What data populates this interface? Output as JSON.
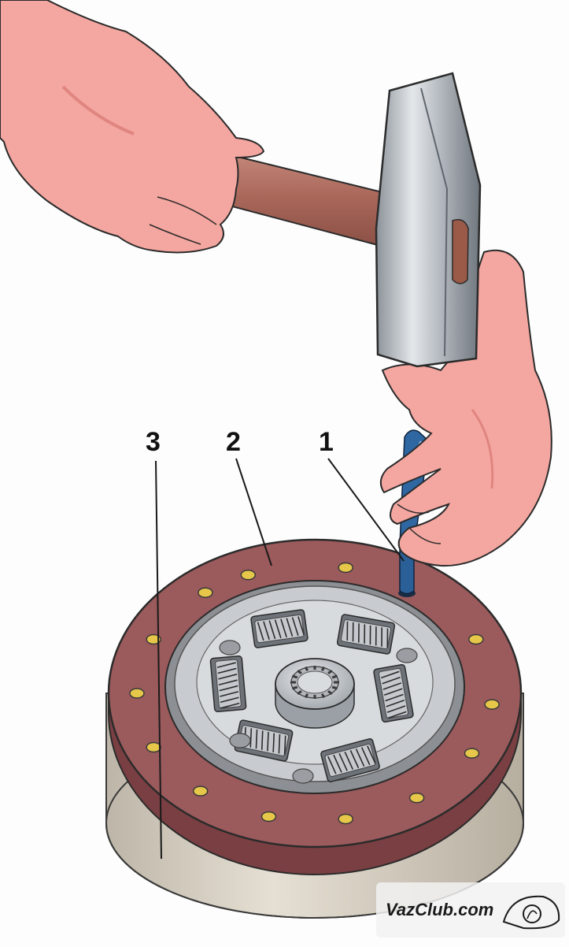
{
  "callouts": [
    {
      "id": "1",
      "label": "1"
    },
    {
      "id": "2",
      "label": "2"
    },
    {
      "id": "3",
      "label": "3"
    }
  ],
  "watermark": {
    "text": "VazClub.com"
  },
  "colors": {
    "skin": "#f4a6a0",
    "skin_shadow": "#e0857f",
    "handle": "#b9786a",
    "steel": "#b7bcc2",
    "steel_dark": "#7f868d",
    "punch": "#2b5f97",
    "lining": "#9b5a5c",
    "lining_dark": "#7a3f42",
    "flywheel": "#d9d2c5",
    "hub_steel": "#c8cbcf",
    "rivet": "#e6c74a"
  }
}
